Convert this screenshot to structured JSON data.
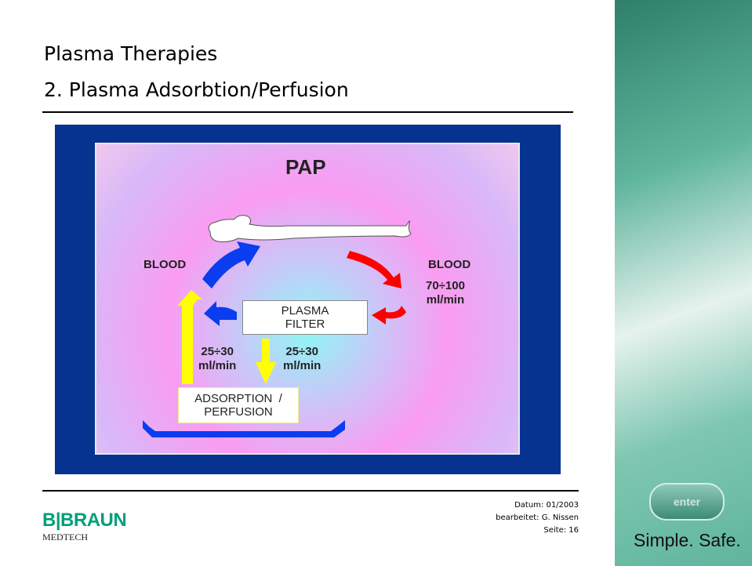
{
  "header": {
    "title": "Plasma Therapies",
    "subtitle": "2. Plasma Adsorbtion/Perfusion"
  },
  "diagram": {
    "title": "PAP",
    "blood_left": "BLOOD",
    "blood_right": "BLOOD",
    "blood_flow": "70÷100",
    "blood_flow_unit": "ml/min",
    "filter_line1": "PLASMA",
    "filter_line2": "FILTER",
    "plasma_in": "25÷30",
    "plasma_in_unit": "ml/min",
    "plasma_out": "25÷30",
    "plasma_out_unit": "ml/min",
    "adsorber_line1": "ADSORPTION  /",
    "adsorber_line2": "PERFUSION"
  },
  "footer": {
    "date": "Datum: 01/2003",
    "editor": "bearbeitet: G. Nissen",
    "page": "Seite: 16"
  },
  "logo": {
    "brand": "B|BRAUN",
    "sub": "MEDTECH"
  },
  "sidebar": {
    "button": "enter",
    "slogan": "Simple. Safe."
  },
  "colors": {
    "brand": "#00a07a",
    "frame": "#06338f"
  }
}
